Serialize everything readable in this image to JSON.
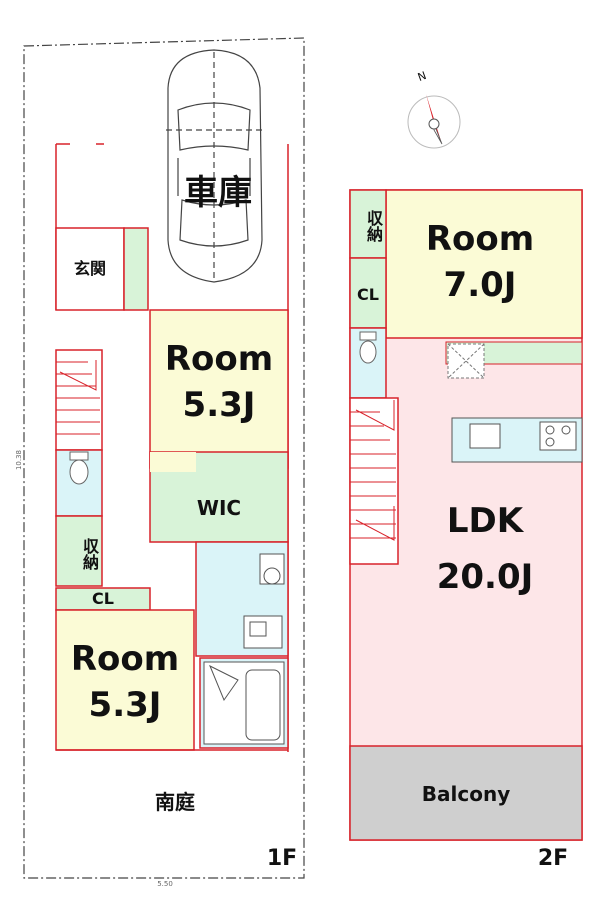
{
  "floor1": {
    "floor_label": "1F",
    "garage_label": "車庫",
    "entrance_label": "玄関",
    "room_upper": {
      "name": "Room",
      "size": "5.3J"
    },
    "wic_label": "WIC",
    "storage_label": "収納",
    "closet_label": "CL",
    "room_lower": {
      "name": "Room",
      "size": "5.3J"
    },
    "garden_label": "南庭",
    "dim_left": "10.38",
    "dim_bottom": "5.50"
  },
  "floor2": {
    "floor_label": "2F",
    "room": {
      "name": "Room",
      "size": "7.0J"
    },
    "storage_label": "収納",
    "closet_label": "CL",
    "ldk": {
      "name": "LDK",
      "size": "20.0J"
    },
    "balcony_label": "Balcony"
  },
  "compass": {
    "north_label": "N"
  },
  "colors": {
    "wall": "#d8222a",
    "room_yellow": "#fbfbd6",
    "ldk_pink": "#fde6e8",
    "closet_green": "#d8f3d8",
    "wet_blue": "#daf4f8",
    "balcony_gray": "#cfcfcf"
  }
}
